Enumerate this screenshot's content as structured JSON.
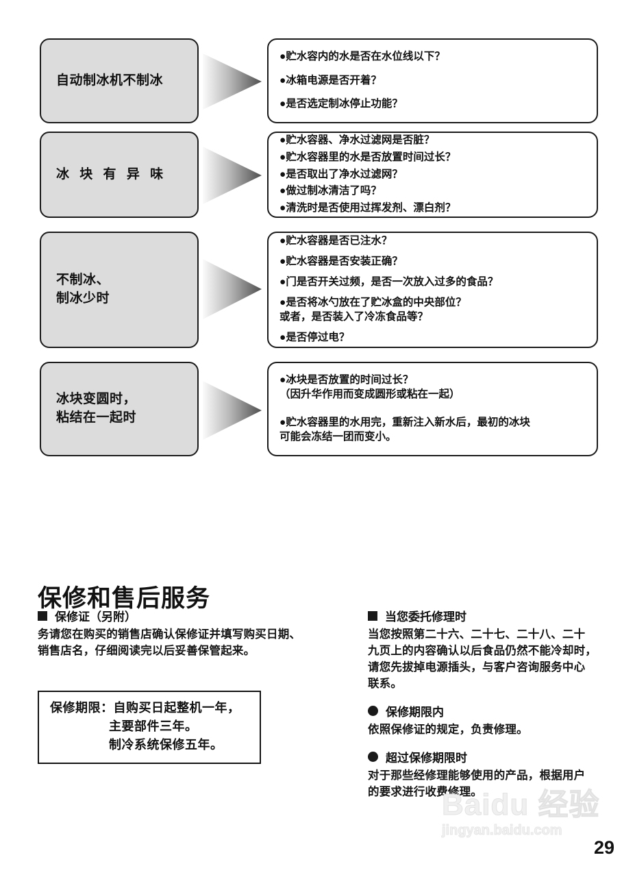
{
  "troubleshooting": {
    "rows": [
      {
        "symptom": "自动制冰机不制冰",
        "checks": [
          "●贮水容内的水是否在水位线以下？",
          "●冰箱电源是否开着？",
          "●是否选定制冰停止功能？"
        ]
      },
      {
        "symptom": "冰 块 有 异 味",
        "checks": [
          "●贮水容器、净水过滤网是否脏？",
          "●贮水容器里的水是否放置时间过长？",
          "●是否取出了净水过滤网？",
          "●做过制冰清洁了吗？",
          "●清洗时是否使用过挥发剂、漂白剂？"
        ]
      },
      {
        "symptom": "不制冰、\n制冰少时",
        "checks": [
          "●贮水容器是否已注水？",
          "●贮水容器是否安装正确？",
          "●门是否开关过频，是否一次放入过多的食品？",
          "●是否将冰勺放在了贮冰盒的中央部位？\n    或者，是否装入了冷冻食品等？",
          "●是否停过电？"
        ]
      },
      {
        "symptom": "冰块变圆时，\n粘结在一起时",
        "checks": [
          "●冰块是否放置的时间过长？\n（因升华作用而变成圆形或粘在一起）",
          "●贮水容器里的水用完，重新注入新水后，最初的冰块\n  可能会冻结一团而变小。"
        ]
      }
    ]
  },
  "warranty": {
    "title": "保修和售后服务",
    "left": {
      "heading": "保修证（另附）",
      "paragraph": "务请您在购买的销售店确认保修证并填写购买日期、\n销售店名，仔细阅读完以后妥善保管起来。",
      "box": {
        "line1": "保修期限：自购买日起整机一年，",
        "line2": "主要部件三年。",
        "line3": "制冷系统保修五年。"
      }
    },
    "right": {
      "heading1": "当您委托修理时",
      "paragraph1": "当您按照第二十六、二十七、二十八、二十\n九页上的内容确认以后食品仍然不能冷却时，\n请您先拔掉电源插头，与客户咨询服务中心\n联系。",
      "heading2": "保修期限内",
      "paragraph2": "依照保修证的规定，负责修理。",
      "heading3": "超过保修期限时",
      "paragraph3": "对于那些经修理能够使用的产品，根据用户\n的要求进行收费修理。"
    }
  },
  "watermark": {
    "main": "Baidu 经验",
    "sub": "jingyan.baidu.com"
  },
  "page_number": "29",
  "colors": {
    "box_fill": "#dcdcdc",
    "border": "#1a1a1a",
    "arrow_light": "#f5f5f5",
    "arrow_dark": "#4a4a4a",
    "text": "#111111"
  }
}
